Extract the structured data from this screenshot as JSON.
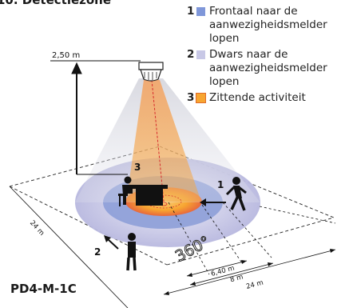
{
  "title": "10. Detectiezone",
  "product": "PD4-M-1C",
  "mount_height": "2,50 m",
  "legend": [
    {
      "num": "1",
      "color": "#7f97d9",
      "text": "Frontaal naar de aanwezigheidsmelder lopen"
    },
    {
      "num": "2",
      "color": "#c8c8e6",
      "text": "Dwars naar de aanwezigheidsmelder lopen"
    },
    {
      "num": "3",
      "color": "#f7a531",
      "text": "Zittende activiteit"
    }
  ],
  "zone_markers": {
    "frontal": "1",
    "cross": "2",
    "sitting": "3"
  },
  "angle": "360°",
  "dimensions": {
    "sitting": "6,40 m",
    "frontal": "8 m",
    "cross": "24 m",
    "depth": "24 m"
  },
  "colors": {
    "outer_zone": "#c8c8e6",
    "middle_zone": "#7f97d9",
    "inner_zone": "#f7a531",
    "dashed_line": "#d72c2c"
  }
}
